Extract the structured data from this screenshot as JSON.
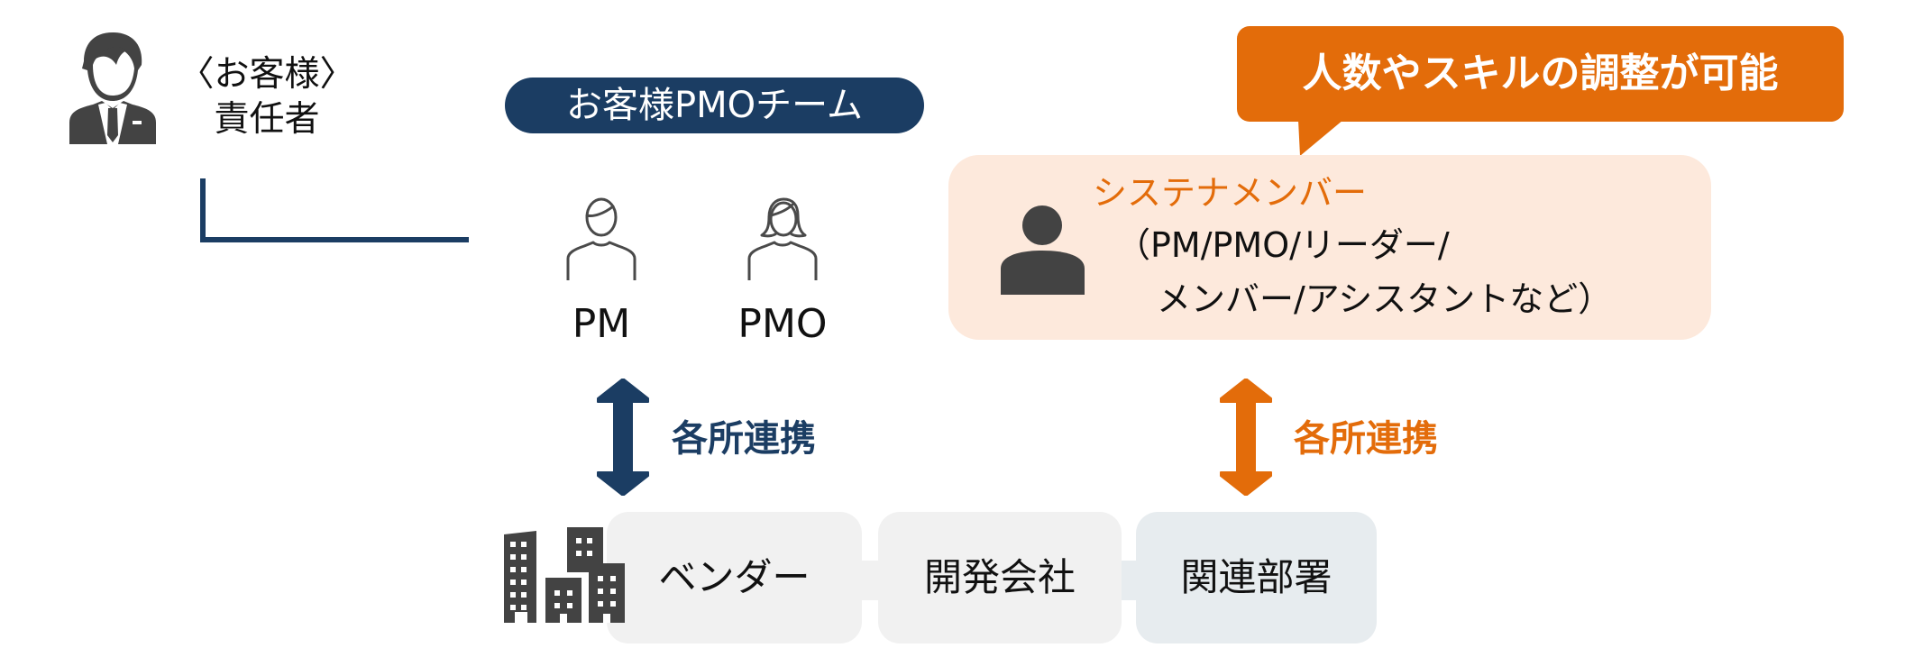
{
  "client": {
    "label_line1": "〈お客様〉",
    "label_line2": "責任者",
    "icon": "businessman-icon"
  },
  "pmo_team": {
    "title": "お客様PMOチーム",
    "members": [
      {
        "label": "PM",
        "icon": "male-person-outline-icon"
      },
      {
        "label": "PMO",
        "icon": "female-person-outline-icon"
      }
    ]
  },
  "callout": {
    "text": "人数やスキルの調整が可能"
  },
  "systena_members": {
    "title": "システナメンバー",
    "line2": "（PM/PMO/リーダー/",
    "line3": "メンバー/アシスタントなど）",
    "icon": "person-icon"
  },
  "links": {
    "left_label": "各所連携",
    "right_label": "各所連携"
  },
  "organizations": {
    "icon": "buildings-icon",
    "items": [
      {
        "label": "ベンダー"
      },
      {
        "label": "開発会社"
      },
      {
        "label": "関連部署"
      }
    ]
  },
  "colors": {
    "navy": "#1b3d63",
    "orange": "#e36c0a",
    "peach": "#fde9dc",
    "gray_box": "#f1f1f1",
    "blue_gray_box": "#e7ecef",
    "icon_gray": "#434343"
  }
}
